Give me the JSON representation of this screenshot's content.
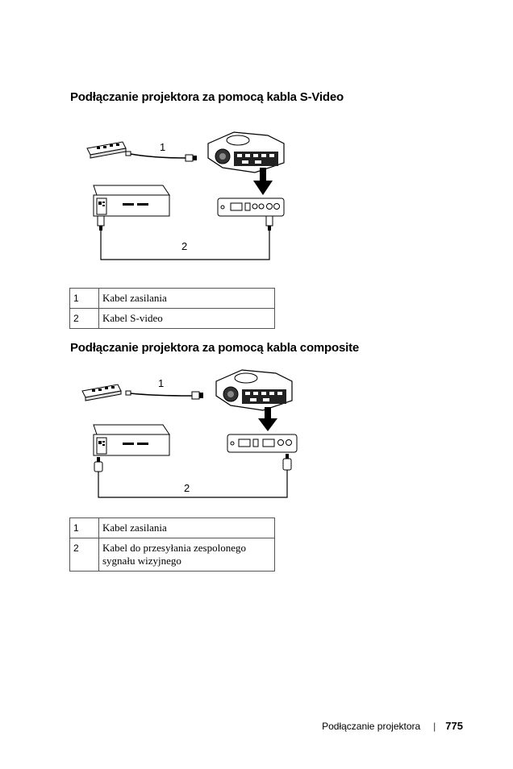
{
  "sections": [
    {
      "heading": "Podłączanie projektora za pomocą kabla S-Video",
      "callouts": [
        "1",
        "2"
      ],
      "legend": [
        {
          "num": "1",
          "text": "Kabel zasilania"
        },
        {
          "num": "2",
          "text": "Kabel S-video"
        }
      ]
    },
    {
      "heading": "Podłączanie projektora za pomocą kabla composite",
      "callouts": [
        "1",
        "2"
      ],
      "legend": [
        {
          "num": "1",
          "text": "Kabel zasilania"
        },
        {
          "num": "2",
          "text": "Kabel do przesyłania zespolonego sygnału wizyjnego"
        }
      ]
    }
  ],
  "footer": {
    "section_title": "Podłączanie projektora",
    "separator": "|",
    "page_number": "775"
  }
}
